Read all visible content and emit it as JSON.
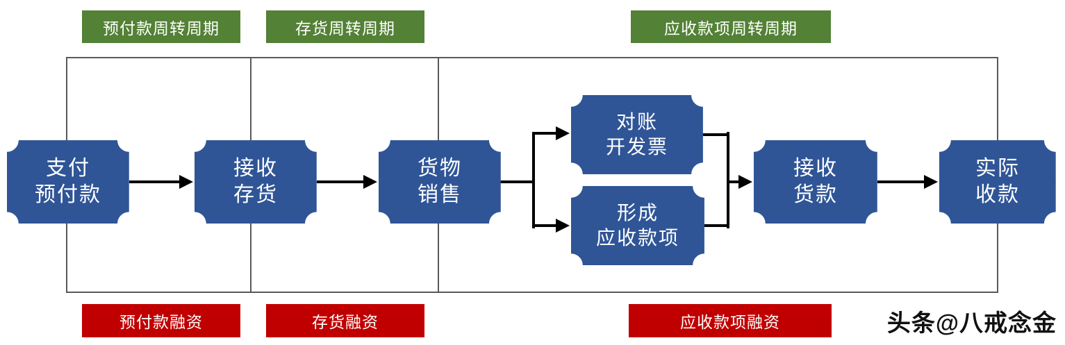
{
  "cycle_labels": [
    {
      "label": "预付款周转周期"
    },
    {
      "label": "存货周转周期"
    },
    {
      "label": "应收款项周转周期"
    }
  ],
  "financing_labels": [
    {
      "label": "预付款融资"
    },
    {
      "label": "存货融资"
    },
    {
      "label": "应收款项融资"
    }
  ],
  "nodes": [
    {
      "id": "pay-prepayment",
      "line1": "支付",
      "line2": "预付款"
    },
    {
      "id": "receive-inventory",
      "line1": "接收",
      "line2": "存货"
    },
    {
      "id": "goods-sales",
      "line1": "货物",
      "line2": "销售"
    },
    {
      "id": "reconcile-invoice",
      "line1": "对账",
      "line2": "开发票"
    },
    {
      "id": "form-receivables",
      "line1": "形成",
      "line2": "应收款项"
    },
    {
      "id": "receive-payment",
      "line1": "接收",
      "line2": "货款"
    },
    {
      "id": "actual-collection",
      "line1": "实际",
      "line2": "收款"
    }
  ],
  "watermark": "头条@八戒念金",
  "colors": {
    "cycle_label_green": "#538135",
    "financing_label_red": "#c00000",
    "node_blue": "#2f5597",
    "frame_gray": "#595959",
    "arrow_black": "#000000"
  }
}
